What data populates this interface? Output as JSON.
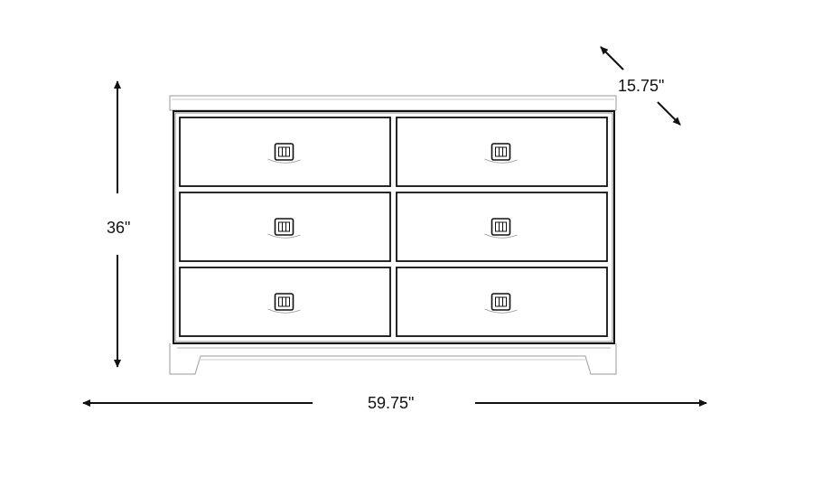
{
  "dimensions": {
    "height": "36\"",
    "width": "59.75\"",
    "depth": "15.75\""
  },
  "dresser": {
    "drawer_rows": 3,
    "drawer_columns": 2
  },
  "colors": {
    "line": "#111111",
    "sketch": "#9a9a9a"
  }
}
